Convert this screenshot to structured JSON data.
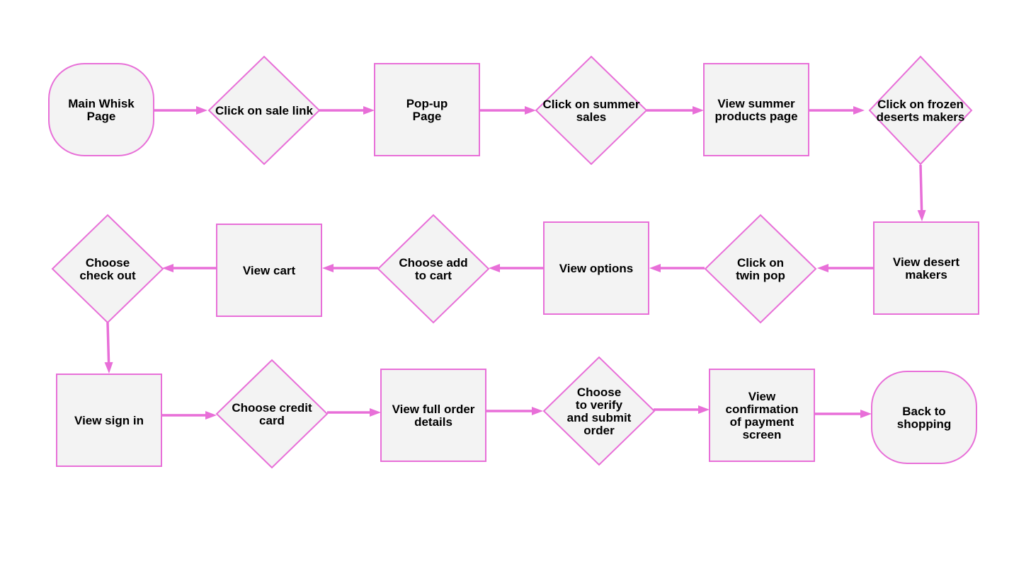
{
  "diagram": {
    "type": "flowchart",
    "colors": {
      "stroke": "#e86fd8",
      "fill": "#f3f3f3",
      "text": "#000000",
      "background": "#ffffff"
    },
    "nodes": [
      {
        "id": "main-whisk-page",
        "shape": "rounded",
        "lines": [
          "Main Whisk",
          "Page"
        ]
      },
      {
        "id": "click-on-sale-link",
        "shape": "diamond",
        "lines": [
          "Click on sale link"
        ]
      },
      {
        "id": "pop-up-page",
        "shape": "rect",
        "lines": [
          "Pop-up",
          "Page"
        ]
      },
      {
        "id": "click-on-summer-sales",
        "shape": "diamond",
        "lines": [
          "Click on summer",
          "sales"
        ]
      },
      {
        "id": "view-summer-products-page",
        "shape": "rect",
        "lines": [
          "View summer",
          "products page"
        ]
      },
      {
        "id": "click-on-frozen-deserts-makers",
        "shape": "diamond",
        "lines": [
          "Click on frozen",
          "deserts makers"
        ]
      },
      {
        "id": "view-desert-makers",
        "shape": "rect",
        "lines": [
          "View desert",
          "makers"
        ]
      },
      {
        "id": "click-on-twin-pop",
        "shape": "diamond",
        "lines": [
          "Click on",
          "twin pop"
        ]
      },
      {
        "id": "view-options",
        "shape": "rect",
        "lines": [
          "View options"
        ]
      },
      {
        "id": "choose-add-to-cart",
        "shape": "diamond",
        "lines": [
          "Choose add",
          "to cart"
        ]
      },
      {
        "id": "view-cart",
        "shape": "rect",
        "lines": [
          "View cart"
        ]
      },
      {
        "id": "choose-check-out",
        "shape": "diamond",
        "lines": [
          "Choose",
          "check out"
        ]
      },
      {
        "id": "view-sign-in",
        "shape": "rect",
        "lines": [
          "View sign in"
        ]
      },
      {
        "id": "choose-credit-card",
        "shape": "diamond",
        "lines": [
          "Choose credit",
          "card"
        ]
      },
      {
        "id": "view-full-order-details",
        "shape": "rect",
        "lines": [
          "View full order",
          "details"
        ]
      },
      {
        "id": "choose-to-verify-and-submit-order",
        "shape": "diamond",
        "lines": [
          "Choose",
          "to verify",
          "and submit",
          "order"
        ]
      },
      {
        "id": "view-confirmation-of-payment-screen",
        "shape": "rect",
        "lines": [
          "View",
          "confirmation",
          "of payment",
          "screen"
        ]
      },
      {
        "id": "back-to-shopping",
        "shape": "rounded",
        "lines": [
          "Back to",
          "shopping"
        ]
      }
    ],
    "edges": [
      {
        "from": "main-whisk-page",
        "to": "click-on-sale-link"
      },
      {
        "from": "click-on-sale-link",
        "to": "pop-up-page"
      },
      {
        "from": "pop-up-page",
        "to": "click-on-summer-sales"
      },
      {
        "from": "click-on-summer-sales",
        "to": "view-summer-products-page"
      },
      {
        "from": "view-summer-products-page",
        "to": "click-on-frozen-deserts-makers"
      },
      {
        "from": "click-on-frozen-deserts-makers",
        "to": "view-desert-makers"
      },
      {
        "from": "view-desert-makers",
        "to": "click-on-twin-pop"
      },
      {
        "from": "click-on-twin-pop",
        "to": "view-options"
      },
      {
        "from": "view-options",
        "to": "choose-add-to-cart"
      },
      {
        "from": "choose-add-to-cart",
        "to": "view-cart"
      },
      {
        "from": "view-cart",
        "to": "choose-check-out"
      },
      {
        "from": "choose-check-out",
        "to": "view-sign-in"
      },
      {
        "from": "view-sign-in",
        "to": "choose-credit-card"
      },
      {
        "from": "choose-credit-card",
        "to": "view-full-order-details"
      },
      {
        "from": "view-full-order-details",
        "to": "choose-to-verify-and-submit-order"
      },
      {
        "from": "choose-to-verify-and-submit-order",
        "to": "view-confirmation-of-payment-screen"
      },
      {
        "from": "view-confirmation-of-payment-screen",
        "to": "back-to-shopping"
      }
    ]
  }
}
